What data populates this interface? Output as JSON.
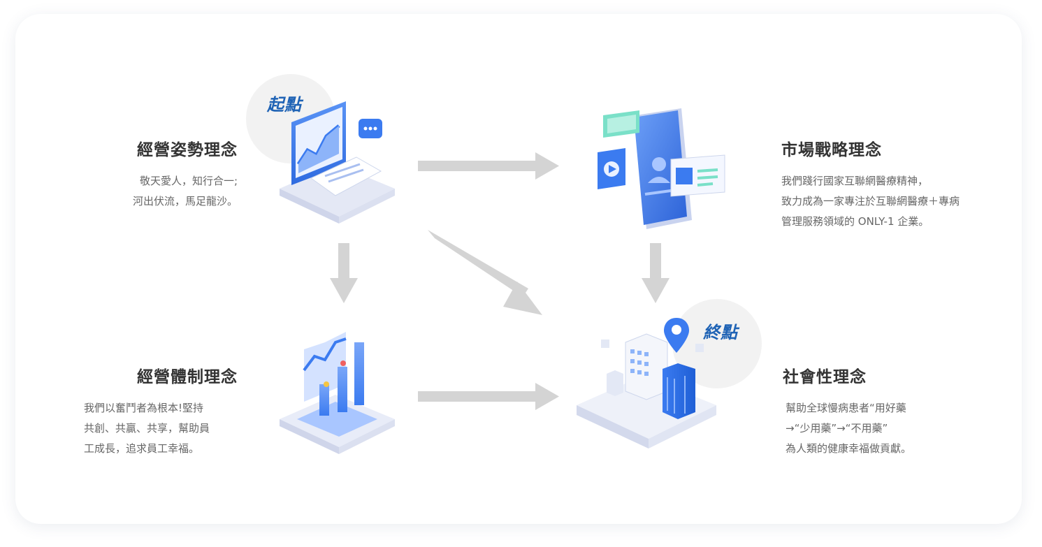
{
  "badges": {
    "start": "起點",
    "end": "終點"
  },
  "blocks": {
    "operation_posture": {
      "title": "經營姿勢理念",
      "lines": [
        "敬天愛人，知行合一;",
        "河出伏流，馬足龍沙。"
      ]
    },
    "market_strategy": {
      "title": "市場戰略理念",
      "lines": [
        "我們踐行國家互聯網醫療精神，",
        "致力成為一家專注於互聯網醫療＋專病",
        "管理服務領域的 ONLY-1 企業。"
      ]
    },
    "operation_system": {
      "title": "經營體制理念",
      "lines": [
        "我們以奮鬥者為根本!堅持",
        "共創、共贏、共享，幫助員",
        "工成長，追求員工幸福。"
      ]
    },
    "social": {
      "title": "社會性理念",
      "lines": [
        "幫助全球慢病患者“用好藥",
        "→“少用藥”→“不用藥”",
        "為人類的健康幸福做貢獻。"
      ]
    }
  },
  "icons": {
    "start_illustration": "laptop-chart-icon",
    "strategy_illustration": "phone-profile-icon",
    "system_illustration": "bar-chart-platform-icon",
    "end_illustration": "city-location-icon",
    "arrow": "arrow-icon"
  },
  "colors": {
    "accent": "#1f63b5",
    "arrow": "#d4d4d4",
    "title": "#333333",
    "text": "#666666",
    "illus_blue": "#3b7bf0",
    "illus_light": "#e8ecf8"
  }
}
